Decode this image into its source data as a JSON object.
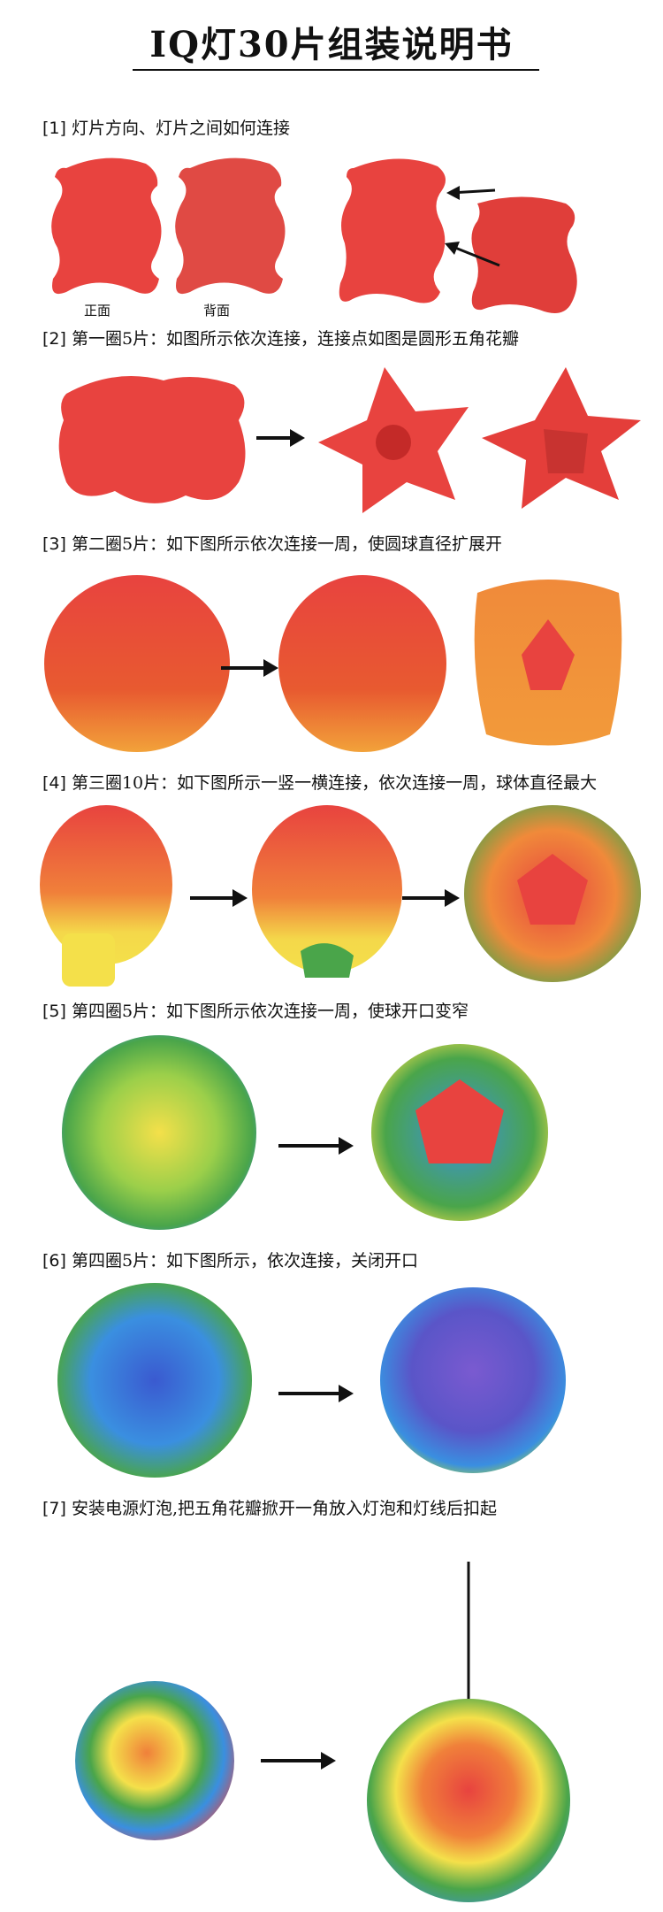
{
  "title": "IQ灯30片组装说明书",
  "steps": [
    {
      "num": "[1]",
      "text": "灯片方向、灯片之间如何连接"
    },
    {
      "num": "[2]",
      "text": "第一圈5片：如图所示依次连接，连接点如图是圆形五角花瓣"
    },
    {
      "num": "[3]",
      "text": "第二圈5片：如下图所示依次连接一周，使圆球直径扩展开"
    },
    {
      "num": "[4]",
      "text": "第三圈10片：如下图所示一竖一横连接，依次连接一周，球体直径最大"
    },
    {
      "num": "[5]",
      "text": "第四圈5片：如下图所示依次连接一周，使球开口变窄"
    },
    {
      "num": "[6]",
      "text": "第四圈5片：如下图所示，依次连接，关闭开口"
    },
    {
      "num": "[7]",
      "text": "安装电源灯泡,把五角花瓣掀开一角放入灯泡和灯线后扣起"
    }
  ],
  "captions": {
    "front": "正面",
    "back": "背面"
  },
  "colors": {
    "red": "#e8433f",
    "dark_red": "#d8322e",
    "orange": "#f29a3a",
    "yellow": "#f4e04a",
    "green": "#4aa54a",
    "blue": "#3a8fe0",
    "purple": "#6a4ec8"
  }
}
